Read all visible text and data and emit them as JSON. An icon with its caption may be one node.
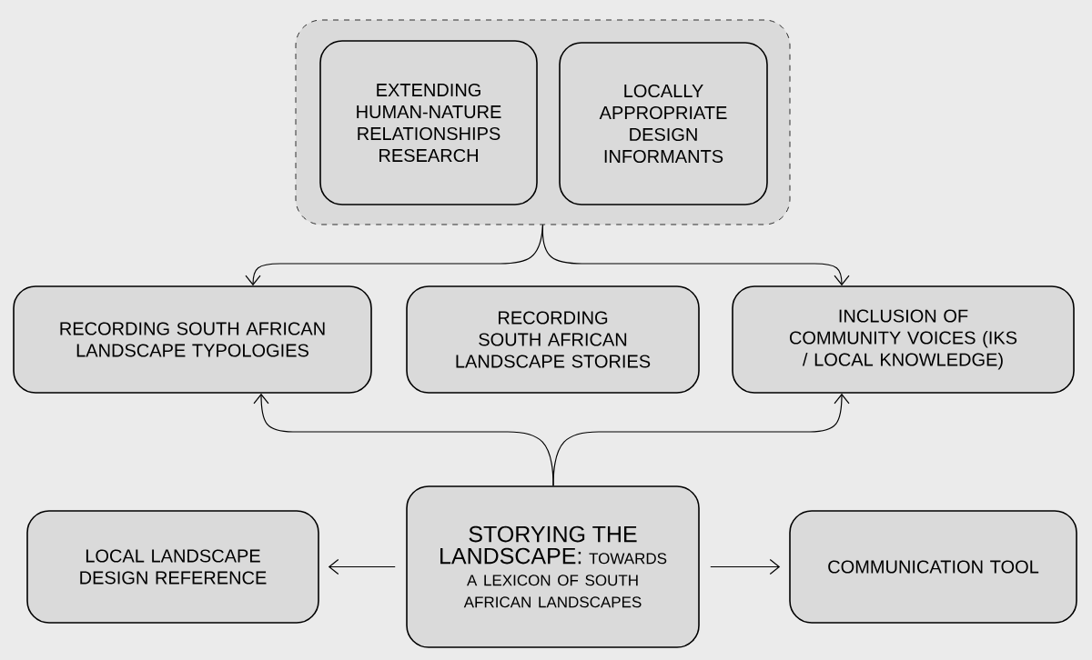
{
  "diagram": {
    "nodes": [
      {
        "text": [],
        "shape": "box"
      },
      {
        "text": [
          "EXTENDING HUMAN-NATURE RELATIONSHIPS RESEARCH"
        ],
        "in": 0
      },
      {
        "text": [
          "LOCALLY APPROPRIATE DESIGN INFORMANTS"
        ],
        "in": 0
      },
      {
        "text": [
          "RECORDING SOUTH AFRICAN LANDSCAPE TYPOLOGIES"
        ]
      },
      {
        "text": [
          "RECORDING SOUTH AFRICAN LANDSCAPE STORIES"
        ]
      },
      {
        "text": [
          "INCLUSION OF COMMUNITY VOICES (IKS / LOCAL KNOWLEDGE)"
        ]
      },
      {
        "text": [
          "LOCAL LANDSCAPE DESIGN REFERENCE"
        ]
      },
      {
        "text": [
          "STORYING THE LANDSCAPE:",
          "TOWARDS A LEXICON OF SOUTH AFRICAN LANDSCAPES"
        ]
      },
      {
        "text": [
          "COMMUNICATION TOOL"
        ]
      }
    ],
    "edges": [
      {
        "from": 0,
        "to": 3,
        "arrow": "to"
      },
      {
        "from": 0,
        "to": 5,
        "arrow": "to"
      },
      {
        "from": 7,
        "to": 3,
        "arrow": "to"
      },
      {
        "from": 7,
        "to": 5,
        "arrow": "to"
      },
      {
        "from": 7,
        "to": 6,
        "arrow": "to"
      },
      {
        "from": 7,
        "to": 8,
        "arrow": "to"
      }
    ]
  }
}
